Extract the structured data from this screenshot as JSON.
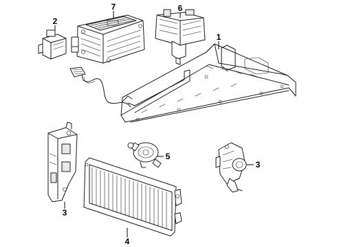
{
  "callouts": [
    {
      "id": "c7",
      "label": "7"
    },
    {
      "id": "c2",
      "label": "2"
    },
    {
      "id": "c6",
      "label": "6"
    },
    {
      "id": "c1",
      "label": "1"
    },
    {
      "id": "c5",
      "label": "5"
    },
    {
      "id": "c3a",
      "label": "3"
    },
    {
      "id": "c3b",
      "label": "3"
    },
    {
      "id": "c4",
      "label": "4"
    }
  ]
}
